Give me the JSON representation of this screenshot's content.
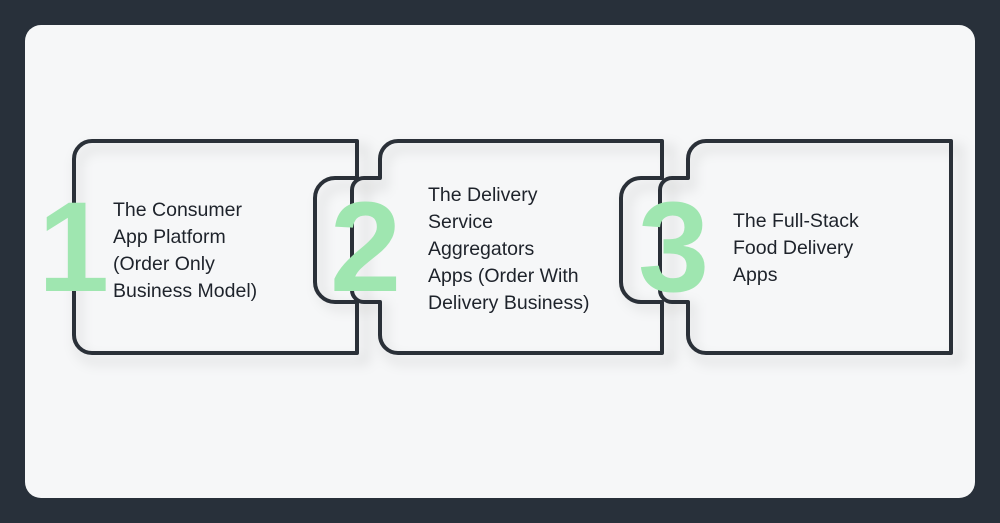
{
  "colors": {
    "background": "#28303a",
    "card": "#f6f7f8",
    "outline": "#2a3038",
    "number": "#9fe6b0",
    "text": "#1e232b"
  },
  "steps": [
    {
      "number": "1",
      "label": "The Consumer\nApp Platform\n(Order Only\nBusiness Model)"
    },
    {
      "number": "2",
      "label": "The Delivery\nService\nAggregators\nApps (Order With\nDelivery Business)"
    },
    {
      "number": "3",
      "label": "The Full-Stack\nFood Delivery\nApps"
    }
  ]
}
